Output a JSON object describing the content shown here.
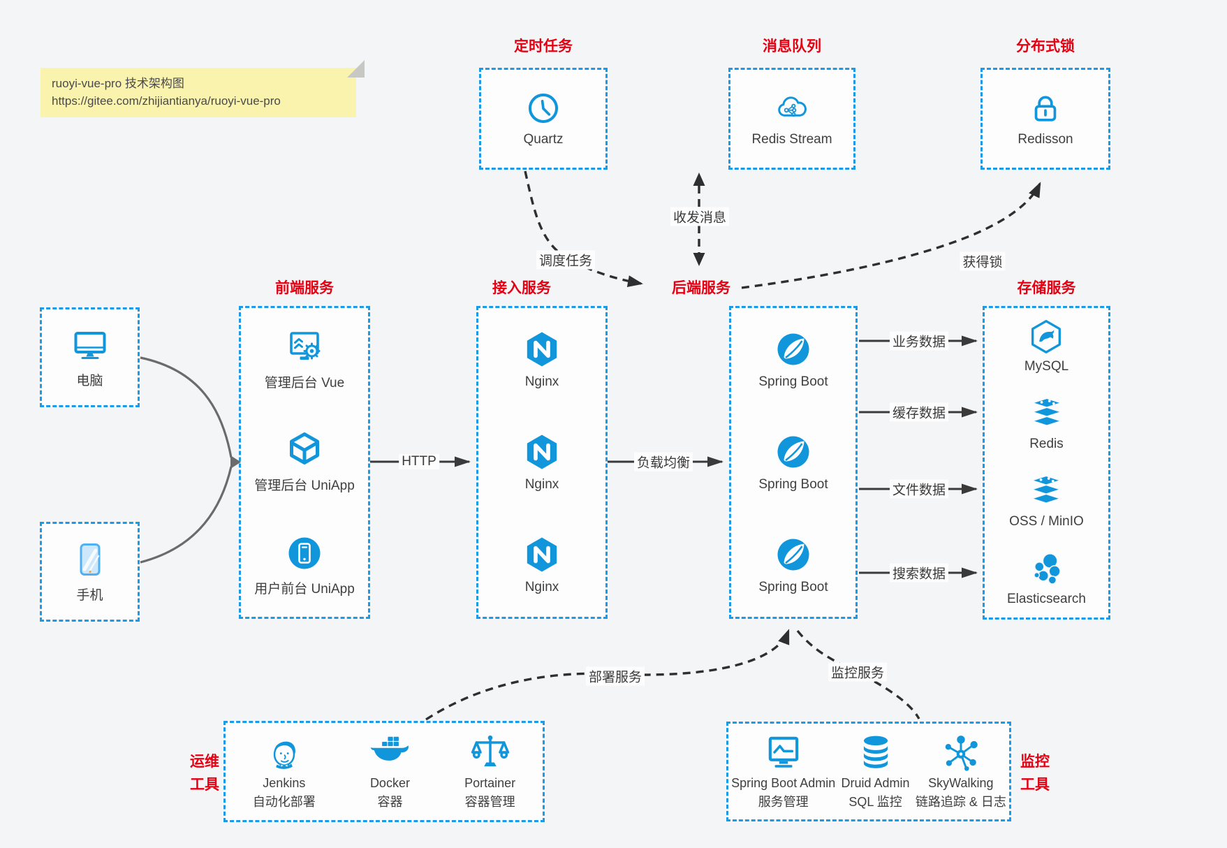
{
  "note": {
    "line1": "ruoyi-vue-pro 技术架构图",
    "line2": "https://gitee.com/zhijiantianya/ruoyi-vue-pro"
  },
  "top_services": [
    {
      "title": "定时任务",
      "label": "Quartz",
      "icon": "clock-icon"
    },
    {
      "title": "消息队列",
      "label": "Redis Stream",
      "icon": "cloud-mq-icon"
    },
    {
      "title": "分布式锁",
      "label": "Redisson",
      "icon": "lock-icon"
    }
  ],
  "clients": [
    {
      "label": "电脑",
      "icon": "desktop-icon"
    },
    {
      "label": "手机",
      "icon": "smartphone-icon"
    }
  ],
  "columns": [
    {
      "title": "前端服务",
      "items": [
        {
          "label": "管理后台 Vue",
          "icon": "admin-vue-icon"
        },
        {
          "label": "管理后台 UniApp",
          "icon": "uniapp-cube-icon"
        },
        {
          "label": "用户前台 UniApp",
          "icon": "uniapp-phone-icon"
        }
      ]
    },
    {
      "title": "接入服务",
      "items": [
        {
          "label": "Nginx",
          "icon": "nginx-icon"
        },
        {
          "label": "Nginx",
          "icon": "nginx-icon"
        },
        {
          "label": "Nginx",
          "icon": "nginx-icon"
        }
      ]
    },
    {
      "title": "后端服务",
      "items": [
        {
          "label": "Spring Boot",
          "icon": "spring-icon"
        },
        {
          "label": "Spring Boot",
          "icon": "spring-icon"
        },
        {
          "label": "Spring Boot",
          "icon": "spring-icon"
        }
      ]
    },
    {
      "title": "存储服务",
      "items": [
        {
          "label": "MySQL",
          "icon": "mysql-icon"
        },
        {
          "label": "Redis",
          "icon": "redis-icon"
        },
        {
          "label": "OSS / MinIO",
          "icon": "oss-icon"
        },
        {
          "label": "Elasticsearch",
          "icon": "elasticsearch-icon"
        }
      ]
    }
  ],
  "edges": {
    "http": "HTTP",
    "load_balance": "负载均衡",
    "business_data": "业务数据",
    "cache_data": "缓存数据",
    "file_data": "文件数据",
    "search_data": "搜索数据",
    "schedule_task": "调度任务",
    "send_receive_msg": "收发消息",
    "acquire_lock": "获得锁",
    "deploy_service": "部署服务",
    "monitor_service": "监控服务"
  },
  "ops_tools": {
    "side_label": "运维\n工具",
    "items": [
      {
        "name": "Jenkins",
        "desc": "自动化部署",
        "icon": "jenkins-icon"
      },
      {
        "name": "Docker",
        "desc": "容器",
        "icon": "docker-icon"
      },
      {
        "name": "Portainer",
        "desc": "容器管理",
        "icon": "portainer-icon"
      }
    ]
  },
  "monitor_tools": {
    "side_label": "监控\n工具",
    "items": [
      {
        "name": "Spring Boot Admin",
        "desc": "服务管理",
        "icon": "spring-boot-admin-icon"
      },
      {
        "name": "Druid Admin",
        "desc": "SQL 监控",
        "icon": "druid-icon"
      },
      {
        "name": "SkyWalking",
        "desc": "链路追踪 & 日志",
        "icon": "skywalking-icon"
      }
    ]
  },
  "colors": {
    "accent": "#1296db",
    "title_red": "#e60012",
    "arrow_dark": "#3a3a3a",
    "note_bg": "#faf3ae"
  }
}
